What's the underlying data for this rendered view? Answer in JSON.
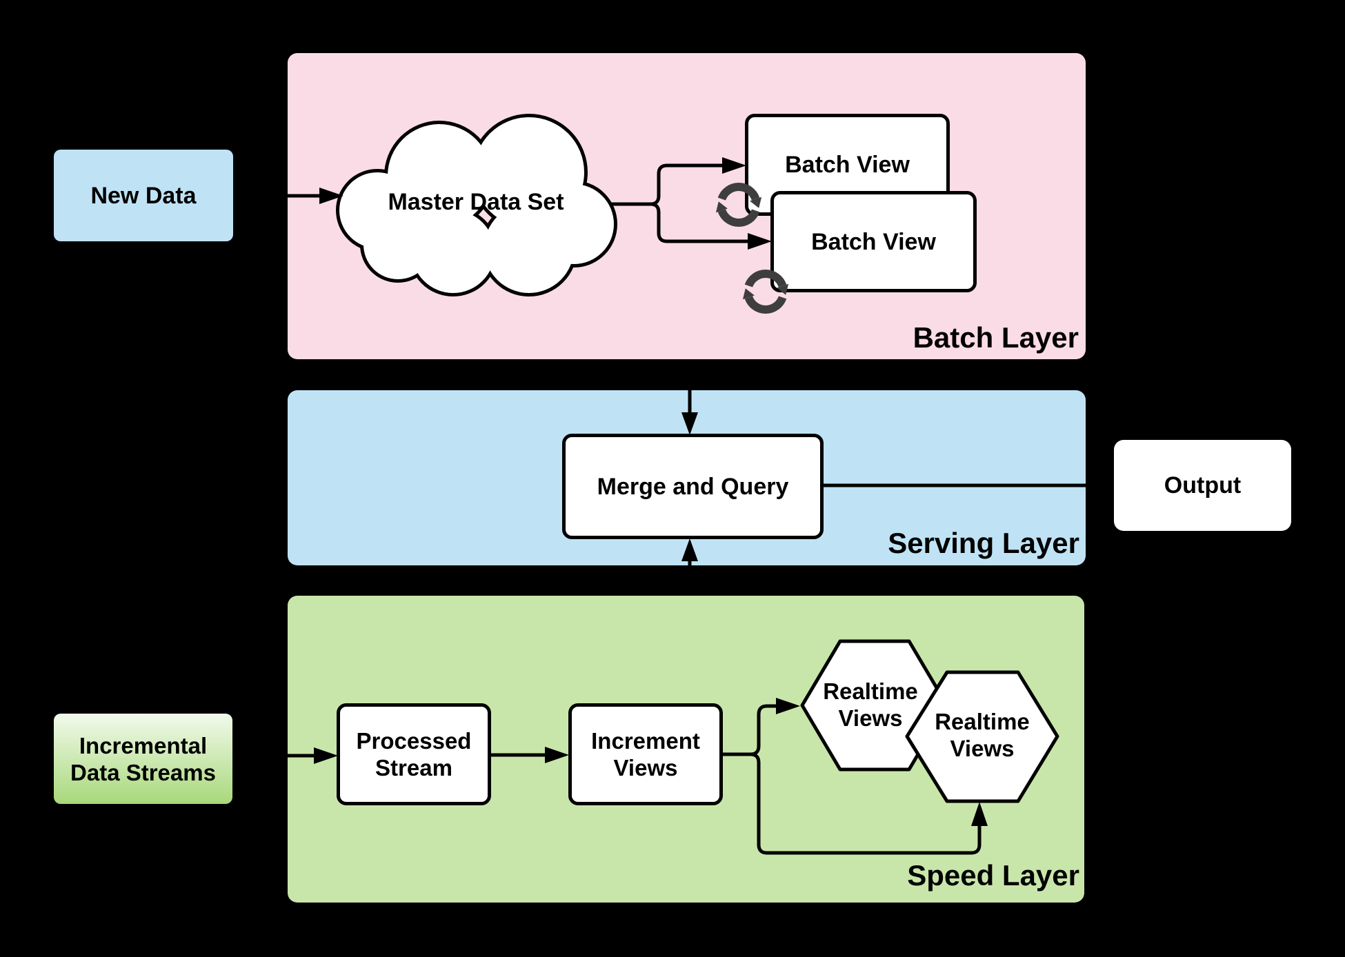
{
  "layers": {
    "batch": {
      "label": "Batch Layer",
      "color": "#FADCE7"
    },
    "serving": {
      "label": "Serving Layer",
      "color": "#BFE3F5"
    },
    "speed": {
      "label": "Speed Layer",
      "color": "#C8E6AA"
    }
  },
  "nodes": {
    "new_data": {
      "label": "New Data"
    },
    "master_data_set": {
      "label": "Master Data Set"
    },
    "batch_view_1": {
      "label": "Batch View"
    },
    "batch_view_2": {
      "label": "Batch View"
    },
    "merge_and_query": {
      "label": "Merge and Query"
    },
    "output": {
      "label": "Output"
    },
    "incremental_data_streams": {
      "label": "Incremental Data Streams"
    },
    "processed_stream": {
      "label": "Processed Stream"
    },
    "increment_views": {
      "label": "Increment Views"
    },
    "realtime_views_1": {
      "label": "Realtime Views"
    },
    "realtime_views_2": {
      "label": "Realtime Views"
    }
  },
  "icons": {
    "batch_view_1_refresh": "refresh-cycle-icon",
    "batch_view_2_refresh": "refresh-cycle-icon"
  },
  "colors": {
    "batch_layer_bg": "#FADCE7",
    "serving_layer_bg": "#BFE3F5",
    "speed_layer_bg": "#C8E6AA",
    "new_data_bg": "#BFE3F5",
    "incremental_gradient_top": "#F2FAEC",
    "incremental_gradient_bottom": "#A8D87A",
    "node_fill": "#FFFFFF",
    "line": "#000000",
    "text": "#000000",
    "refresh_icon": "#3E3E3E"
  }
}
